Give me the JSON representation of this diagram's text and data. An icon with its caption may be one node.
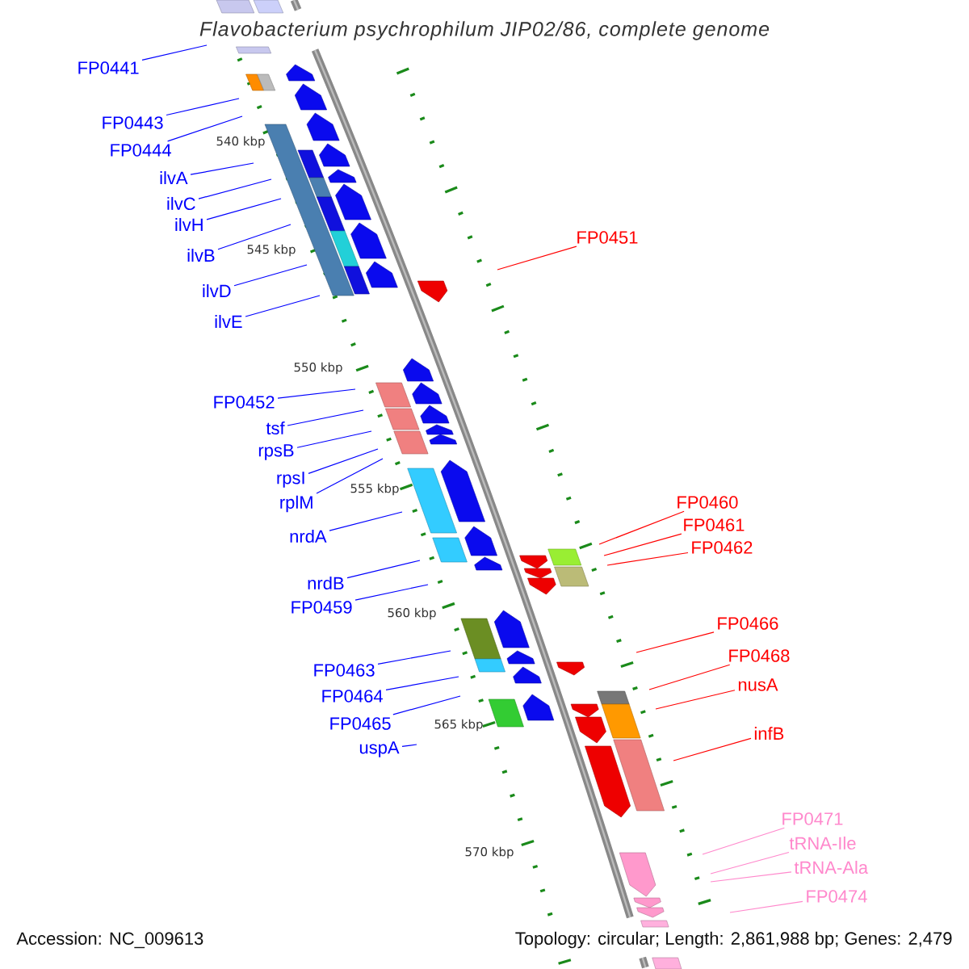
{
  "diagram": {
    "title": "Flavobacterium psychrophilum JIP02/86, complete genome",
    "nodes": [
      {
        "text": [
          "FP0441"
        ]
      },
      {
        "text": [
          "FP0443"
        ]
      },
      {
        "text": [
          "FP0444"
        ]
      },
      {
        "text": [
          "ilvA"
        ]
      },
      {
        "text": [
          "ilvC"
        ]
      },
      {
        "text": [
          "ilvH"
        ]
      },
      {
        "text": [
          "ilvB"
        ]
      },
      {
        "text": [
          "ilvD"
        ]
      },
      {
        "text": [
          "ilvE"
        ]
      },
      {
        "text": [
          "FP0452"
        ]
      },
      {
        "text": [
          "tsf"
        ]
      },
      {
        "text": [
          "rpsB"
        ]
      },
      {
        "text": [
          "rpsI"
        ]
      },
      {
        "text": [
          "rplM"
        ]
      },
      {
        "text": [
          "nrdA"
        ]
      },
      {
        "text": [
          "nrdB"
        ]
      },
      {
        "text": [
          "FP0459"
        ]
      },
      {
        "text": [
          "FP0463"
        ]
      },
      {
        "text": [
          "FP0464"
        ]
      },
      {
        "text": [
          "FP0465"
        ]
      },
      {
        "text": [
          "uspA"
        ]
      },
      {
        "text": [
          "FP0451"
        ]
      },
      {
        "text": [
          "FP0460"
        ]
      },
      {
        "text": [
          "FP0461"
        ]
      },
      {
        "text": [
          "FP0462"
        ]
      },
      {
        "text": [
          "FP0466"
        ]
      },
      {
        "text": [
          "FP0468"
        ]
      },
      {
        "text": [
          "nusA"
        ]
      },
      {
        "text": [
          "infB"
        ]
      },
      {
        "text": [
          "FP0471"
        ]
      },
      {
        "text": [
          "tRNA-Ile"
        ]
      },
      {
        "text": [
          "tRNA-Ala"
        ]
      },
      {
        "text": [
          "FP0474"
        ]
      }
    ],
    "edges": [
      {
        "from": 0,
        "to": null,
        "arrow": "none"
      },
      {
        "from": 1,
        "to": null,
        "arrow": "none"
      },
      {
        "from": 2,
        "to": null,
        "arrow": "none"
      },
      {
        "from": 3,
        "to": null,
        "arrow": "none"
      },
      {
        "from": 4,
        "to": null,
        "arrow": "none"
      },
      {
        "from": 5,
        "to": null,
        "arrow": "none"
      },
      {
        "from": 6,
        "to": null,
        "arrow": "none"
      },
      {
        "from": 7,
        "to": null,
        "arrow": "none"
      },
      {
        "from": 8,
        "to": null,
        "arrow": "none"
      },
      {
        "from": 9,
        "to": null,
        "arrow": "none"
      },
      {
        "from": 10,
        "to": null,
        "arrow": "none"
      },
      {
        "from": 11,
        "to": null,
        "arrow": "none"
      },
      {
        "from": 12,
        "to": null,
        "arrow": "none"
      },
      {
        "from": 13,
        "to": null,
        "arrow": "none"
      },
      {
        "from": 14,
        "to": null,
        "arrow": "none"
      },
      {
        "from": 15,
        "to": null,
        "arrow": "none"
      },
      {
        "from": 16,
        "to": null,
        "arrow": "none"
      },
      {
        "from": 17,
        "to": null,
        "arrow": "none"
      },
      {
        "from": 18,
        "to": null,
        "arrow": "none"
      },
      {
        "from": 19,
        "to": null,
        "arrow": "none"
      },
      {
        "from": 20,
        "to": null,
        "arrow": "none"
      },
      {
        "from": 21,
        "to": null,
        "arrow": "none",
        "color": "#ff0000"
      },
      {
        "from": 22,
        "to": null,
        "arrow": "none",
        "color": "#ff0000"
      },
      {
        "from": 23,
        "to": null,
        "arrow": "none",
        "color": "#ff0000"
      },
      {
        "from": 24,
        "to": null,
        "arrow": "none",
        "color": "#ff0000"
      },
      {
        "from": 25,
        "to": null,
        "arrow": "none",
        "color": "#ff0000"
      },
      {
        "from": 26,
        "to": null,
        "arrow": "none",
        "color": "#ff0000"
      },
      {
        "from": 27,
        "to": null,
        "arrow": "none",
        "color": "#ff0000"
      },
      {
        "from": 28,
        "to": null,
        "arrow": "none",
        "color": "#ff0000"
      },
      {
        "from": 29,
        "to": null,
        "arrow": "none",
        "color": "#ff88cc"
      },
      {
        "from": 30,
        "to": null,
        "arrow": "none",
        "color": "#ff88cc"
      },
      {
        "from": 31,
        "to": null,
        "arrow": "none",
        "color": "#ff88cc"
      },
      {
        "from": 32,
        "to": null,
        "arrow": "none",
        "color": "#ff88cc"
      }
    ],
    "labels": [
      "540 kbp",
      "545 kbp",
      "550 kbp",
      "555 kbp",
      "560 kbp",
      "565 kbp",
      "570 kbp",
      "Accession: NC_009613",
      "Topology: circular; Length: 2,861,988 bp; Genes: 2,479"
    ]
  }
}
